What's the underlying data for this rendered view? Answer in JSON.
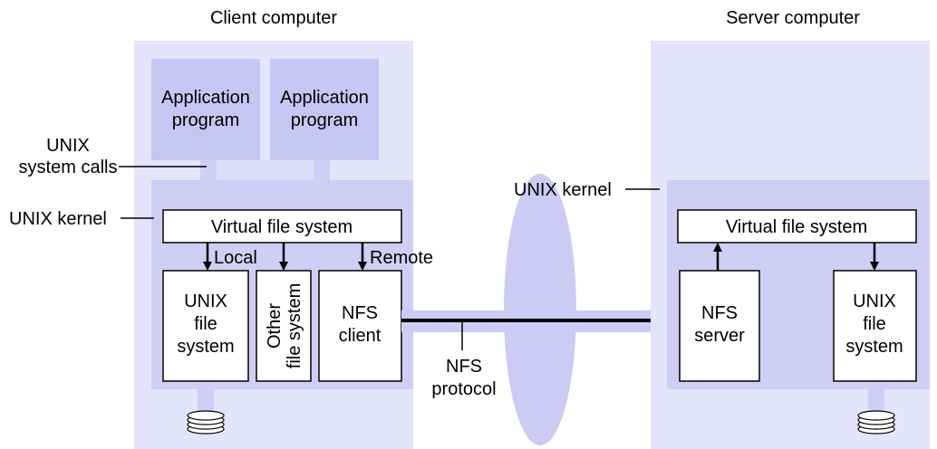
{
  "titles": {
    "client": "Client computer",
    "server": "Server computer"
  },
  "client": {
    "app1": [
      "Application",
      "program"
    ],
    "app2": [
      "Application",
      "program"
    ],
    "syscalls_label": [
      "UNIX",
      "system calls"
    ],
    "kernel_label": "UNIX kernel",
    "vfs": "Virtual file system",
    "local_label": "Local",
    "remote_label": "Remote",
    "unix_fs": [
      "UNIX",
      "file",
      "system"
    ],
    "other_fs": [
      "Other",
      "file system"
    ],
    "nfs_client": [
      "NFS",
      "client"
    ]
  },
  "network": {
    "protocol_label": [
      "NFS",
      "protocol"
    ]
  },
  "server": {
    "kernel_label": "UNIX kernel",
    "vfs": "Virtual file system",
    "nfs_server": [
      "NFS",
      "server"
    ],
    "unix_fs": [
      "UNIX",
      "file",
      "system"
    ]
  },
  "colors": {
    "computer_bg": "#e4e4fb",
    "kernel_bg": "#cfcff5",
    "app_bg": "#c6c6f2",
    "network_ellipse": "#cbcbf3",
    "box_fill": "#ffffff",
    "line": "#000000"
  },
  "icons": [
    "disk-stack-icon",
    "disk-stack-icon"
  ]
}
